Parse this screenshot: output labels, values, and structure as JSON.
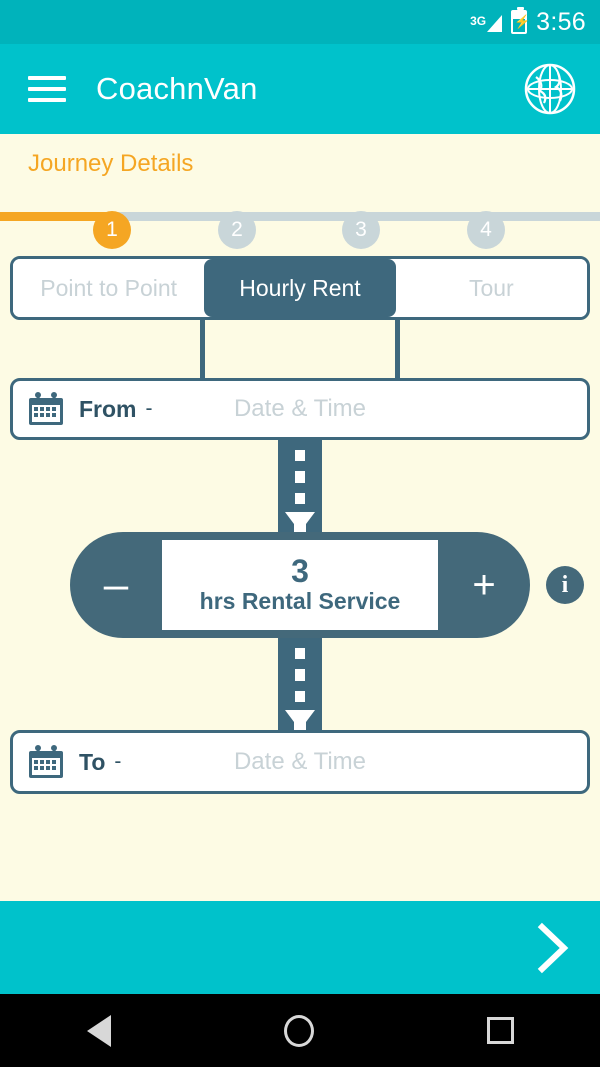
{
  "status_bar": {
    "network": "3G",
    "time": "3:56",
    "battery_icon": "battery-charging-icon",
    "signal_icon": "signal-bars-icon"
  },
  "app_bar": {
    "menu_icon": "hamburger-menu-icon",
    "title": "CoachnVan",
    "globe_icon": "globe-icon"
  },
  "journey": {
    "section_title": "Journey Details",
    "steps": [
      {
        "number": "1",
        "state": "active"
      },
      {
        "number": "2",
        "state": "inactive"
      },
      {
        "number": "3",
        "state": "inactive"
      },
      {
        "number": "4",
        "state": "inactive"
      }
    ]
  },
  "tabs": [
    {
      "label": "Point to Point",
      "selected": false
    },
    {
      "label": "Hourly Rent",
      "selected": true
    },
    {
      "label": "Tour",
      "selected": false
    }
  ],
  "from_field": {
    "icon": "calendar-icon",
    "label": "From",
    "separator": "-",
    "placeholder": "Date & Time",
    "value": ""
  },
  "rental": {
    "decrement_label": "–",
    "increment_label": "+",
    "hours": "3",
    "unit_label": "hrs Rental Service",
    "info_label": "i"
  },
  "to_field": {
    "icon": "calendar-icon",
    "label": "To",
    "separator": "-",
    "placeholder": "Date & Time",
    "value": ""
  },
  "bottom_bar": {
    "next_icon": "chevron-right-icon"
  },
  "nav_bar": {
    "back_icon": "triangle-back-icon",
    "home_icon": "circle-home-icon",
    "recents_icon": "square-recents-icon"
  },
  "colors": {
    "teal": "#00C2CB",
    "status_teal": "#00B3BB",
    "dark_teal": "#3E687D",
    "pill_teal": "#44697A",
    "orange": "#F5A623",
    "gray_step": "#C9D6D9",
    "background": "#FDFBE4",
    "placeholder_gray": "#C8D2D6"
  }
}
